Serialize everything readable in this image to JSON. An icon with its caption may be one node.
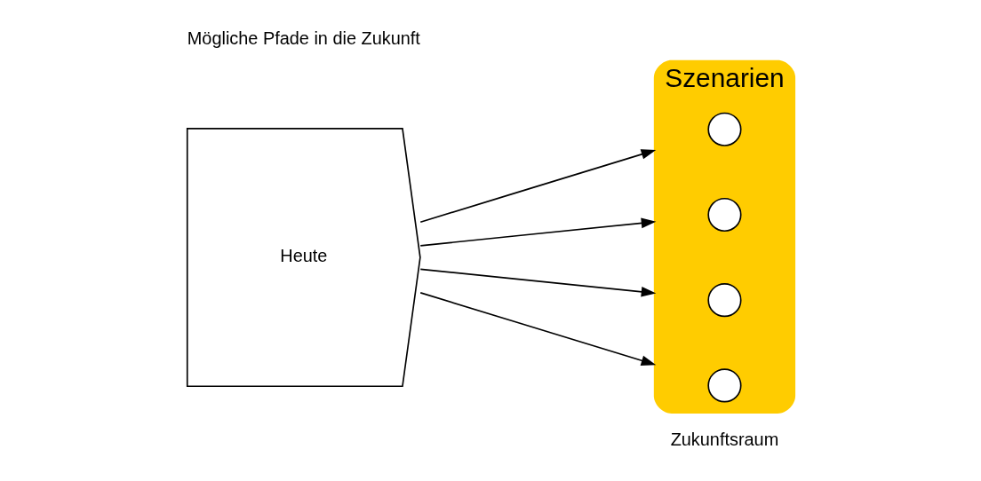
{
  "diagram": {
    "nodes": [
      {
        "text": [
          "Heute"
        ]
      },
      {
        "text": [
          "Szenarien"
        ],
        "beside": [
          "Zukunftsraum"
        ]
      },
      {
        "text": [],
        "shape": "circle",
        "in": 1
      },
      {
        "text": [],
        "shape": "circle",
        "in": 1
      },
      {
        "text": [],
        "shape": "circle",
        "in": 1
      },
      {
        "text": [],
        "shape": "circle",
        "in": 1
      }
    ],
    "edges": [
      {
        "from": 0,
        "to": 1,
        "arrow": "to"
      },
      {
        "from": 0,
        "to": 1,
        "arrow": "to"
      },
      {
        "from": 0,
        "to": 1,
        "arrow": "to"
      },
      {
        "from": 0,
        "to": 1,
        "arrow": "to"
      }
    ],
    "labels": [
      "Mögliche Pfade in die Zukunft"
    ]
  }
}
